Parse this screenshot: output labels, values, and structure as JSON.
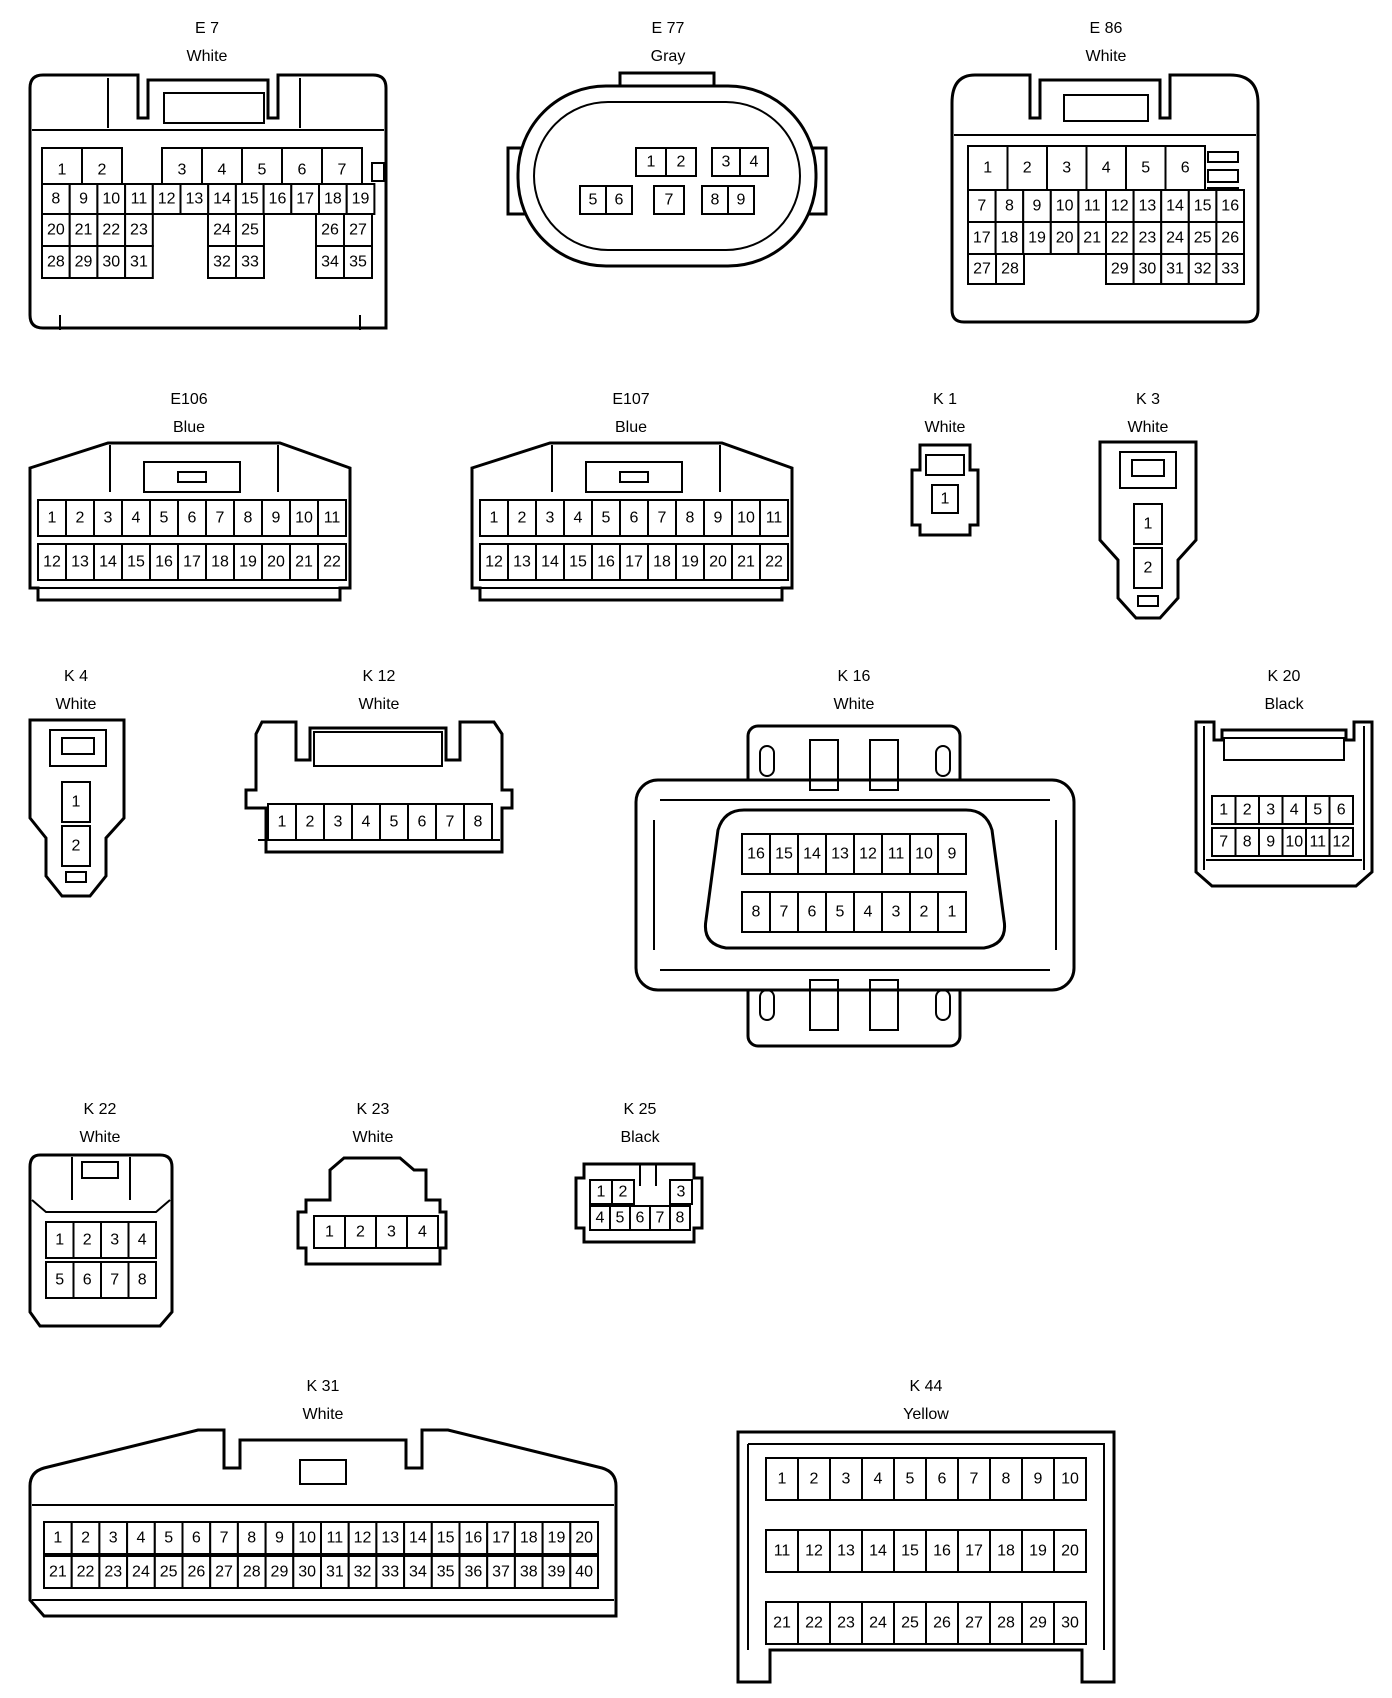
{
  "connectors": [
    {
      "id": "E7",
      "code": "E 7",
      "color": "White"
    },
    {
      "id": "E77",
      "code": "E 77",
      "color": "Gray"
    },
    {
      "id": "E86",
      "code": "E 86",
      "color": "White"
    },
    {
      "id": "E106",
      "code": "E106",
      "color": "Blue"
    },
    {
      "id": "E107",
      "code": "E107",
      "color": "Blue"
    },
    {
      "id": "K1",
      "code": "K 1",
      "color": "White"
    },
    {
      "id": "K3",
      "code": "K 3",
      "color": "White"
    },
    {
      "id": "K4",
      "code": "K 4",
      "color": "White"
    },
    {
      "id": "K12",
      "code": "K 12",
      "color": "White"
    },
    {
      "id": "K16",
      "code": "K 16",
      "color": "White"
    },
    {
      "id": "K20",
      "code": "K 20",
      "color": "Black"
    },
    {
      "id": "K22",
      "code": "K 22",
      "color": "White"
    },
    {
      "id": "K23",
      "code": "K 23",
      "color": "White"
    },
    {
      "id": "K25",
      "code": "K 25",
      "color": "Black"
    },
    {
      "id": "K31",
      "code": "K 31",
      "color": "White"
    },
    {
      "id": "K44",
      "code": "K 44",
      "color": "Yellow"
    }
  ],
  "pins": {
    "E7": [
      "1",
      "2",
      "3",
      "4",
      "5",
      "6",
      "7",
      "8",
      "9",
      "10",
      "11",
      "12",
      "13",
      "14",
      "15",
      "16",
      "17",
      "18",
      "19",
      "20",
      "21",
      "22",
      "23",
      "24",
      "25",
      "26",
      "27",
      "28",
      "29",
      "30",
      "31",
      "32",
      "33",
      "34",
      "35"
    ],
    "E77": [
      "1",
      "2",
      "3",
      "4",
      "5",
      "6",
      "7",
      "8",
      "9"
    ],
    "E86": [
      "1",
      "2",
      "3",
      "4",
      "5",
      "6",
      "7",
      "8",
      "9",
      "10",
      "11",
      "12",
      "13",
      "14",
      "15",
      "16",
      "17",
      "18",
      "19",
      "20",
      "21",
      "22",
      "23",
      "24",
      "25",
      "26",
      "27",
      "28",
      "29",
      "30",
      "31",
      "32",
      "33"
    ],
    "E106": [
      "1",
      "2",
      "3",
      "4",
      "5",
      "6",
      "7",
      "8",
      "9",
      "10",
      "11",
      "12",
      "13",
      "14",
      "15",
      "16",
      "17",
      "18",
      "19",
      "20",
      "21",
      "22"
    ],
    "E107": [
      "1",
      "2",
      "3",
      "4",
      "5",
      "6",
      "7",
      "8",
      "9",
      "10",
      "11",
      "12",
      "13",
      "14",
      "15",
      "16",
      "17",
      "18",
      "19",
      "20",
      "21",
      "22"
    ],
    "K1": [
      "1"
    ],
    "K3": [
      "1",
      "2"
    ],
    "K4": [
      "1",
      "2"
    ],
    "K12": [
      "1",
      "2",
      "3",
      "4",
      "5",
      "6",
      "7",
      "8"
    ],
    "K16": [
      "16",
      "15",
      "14",
      "13",
      "12",
      "11",
      "10",
      "9",
      "8",
      "7",
      "6",
      "5",
      "4",
      "3",
      "2",
      "1"
    ],
    "K20": [
      "1",
      "2",
      "3",
      "4",
      "5",
      "6",
      "7",
      "8",
      "9",
      "10",
      "11",
      "12"
    ],
    "K22": [
      "1",
      "2",
      "3",
      "4",
      "5",
      "6",
      "7",
      "8"
    ],
    "K23": [
      "1",
      "2",
      "3",
      "4"
    ],
    "K25": [
      "1",
      "2",
      "3",
      "4",
      "5",
      "6",
      "7",
      "8"
    ],
    "K31": [
      "1",
      "2",
      "3",
      "4",
      "5",
      "6",
      "7",
      "8",
      "9",
      "10",
      "11",
      "12",
      "13",
      "14",
      "15",
      "16",
      "17",
      "18",
      "19",
      "20",
      "21",
      "22",
      "23",
      "24",
      "25",
      "26",
      "27",
      "28",
      "29",
      "30",
      "31",
      "32",
      "33",
      "34",
      "35",
      "36",
      "37",
      "38",
      "39",
      "40"
    ],
    "K44": [
      "1",
      "2",
      "3",
      "4",
      "5",
      "6",
      "7",
      "8",
      "9",
      "10",
      "11",
      "12",
      "13",
      "14",
      "15",
      "16",
      "17",
      "18",
      "19",
      "20",
      "21",
      "22",
      "23",
      "24",
      "25",
      "26",
      "27",
      "28",
      "29",
      "30"
    ]
  }
}
